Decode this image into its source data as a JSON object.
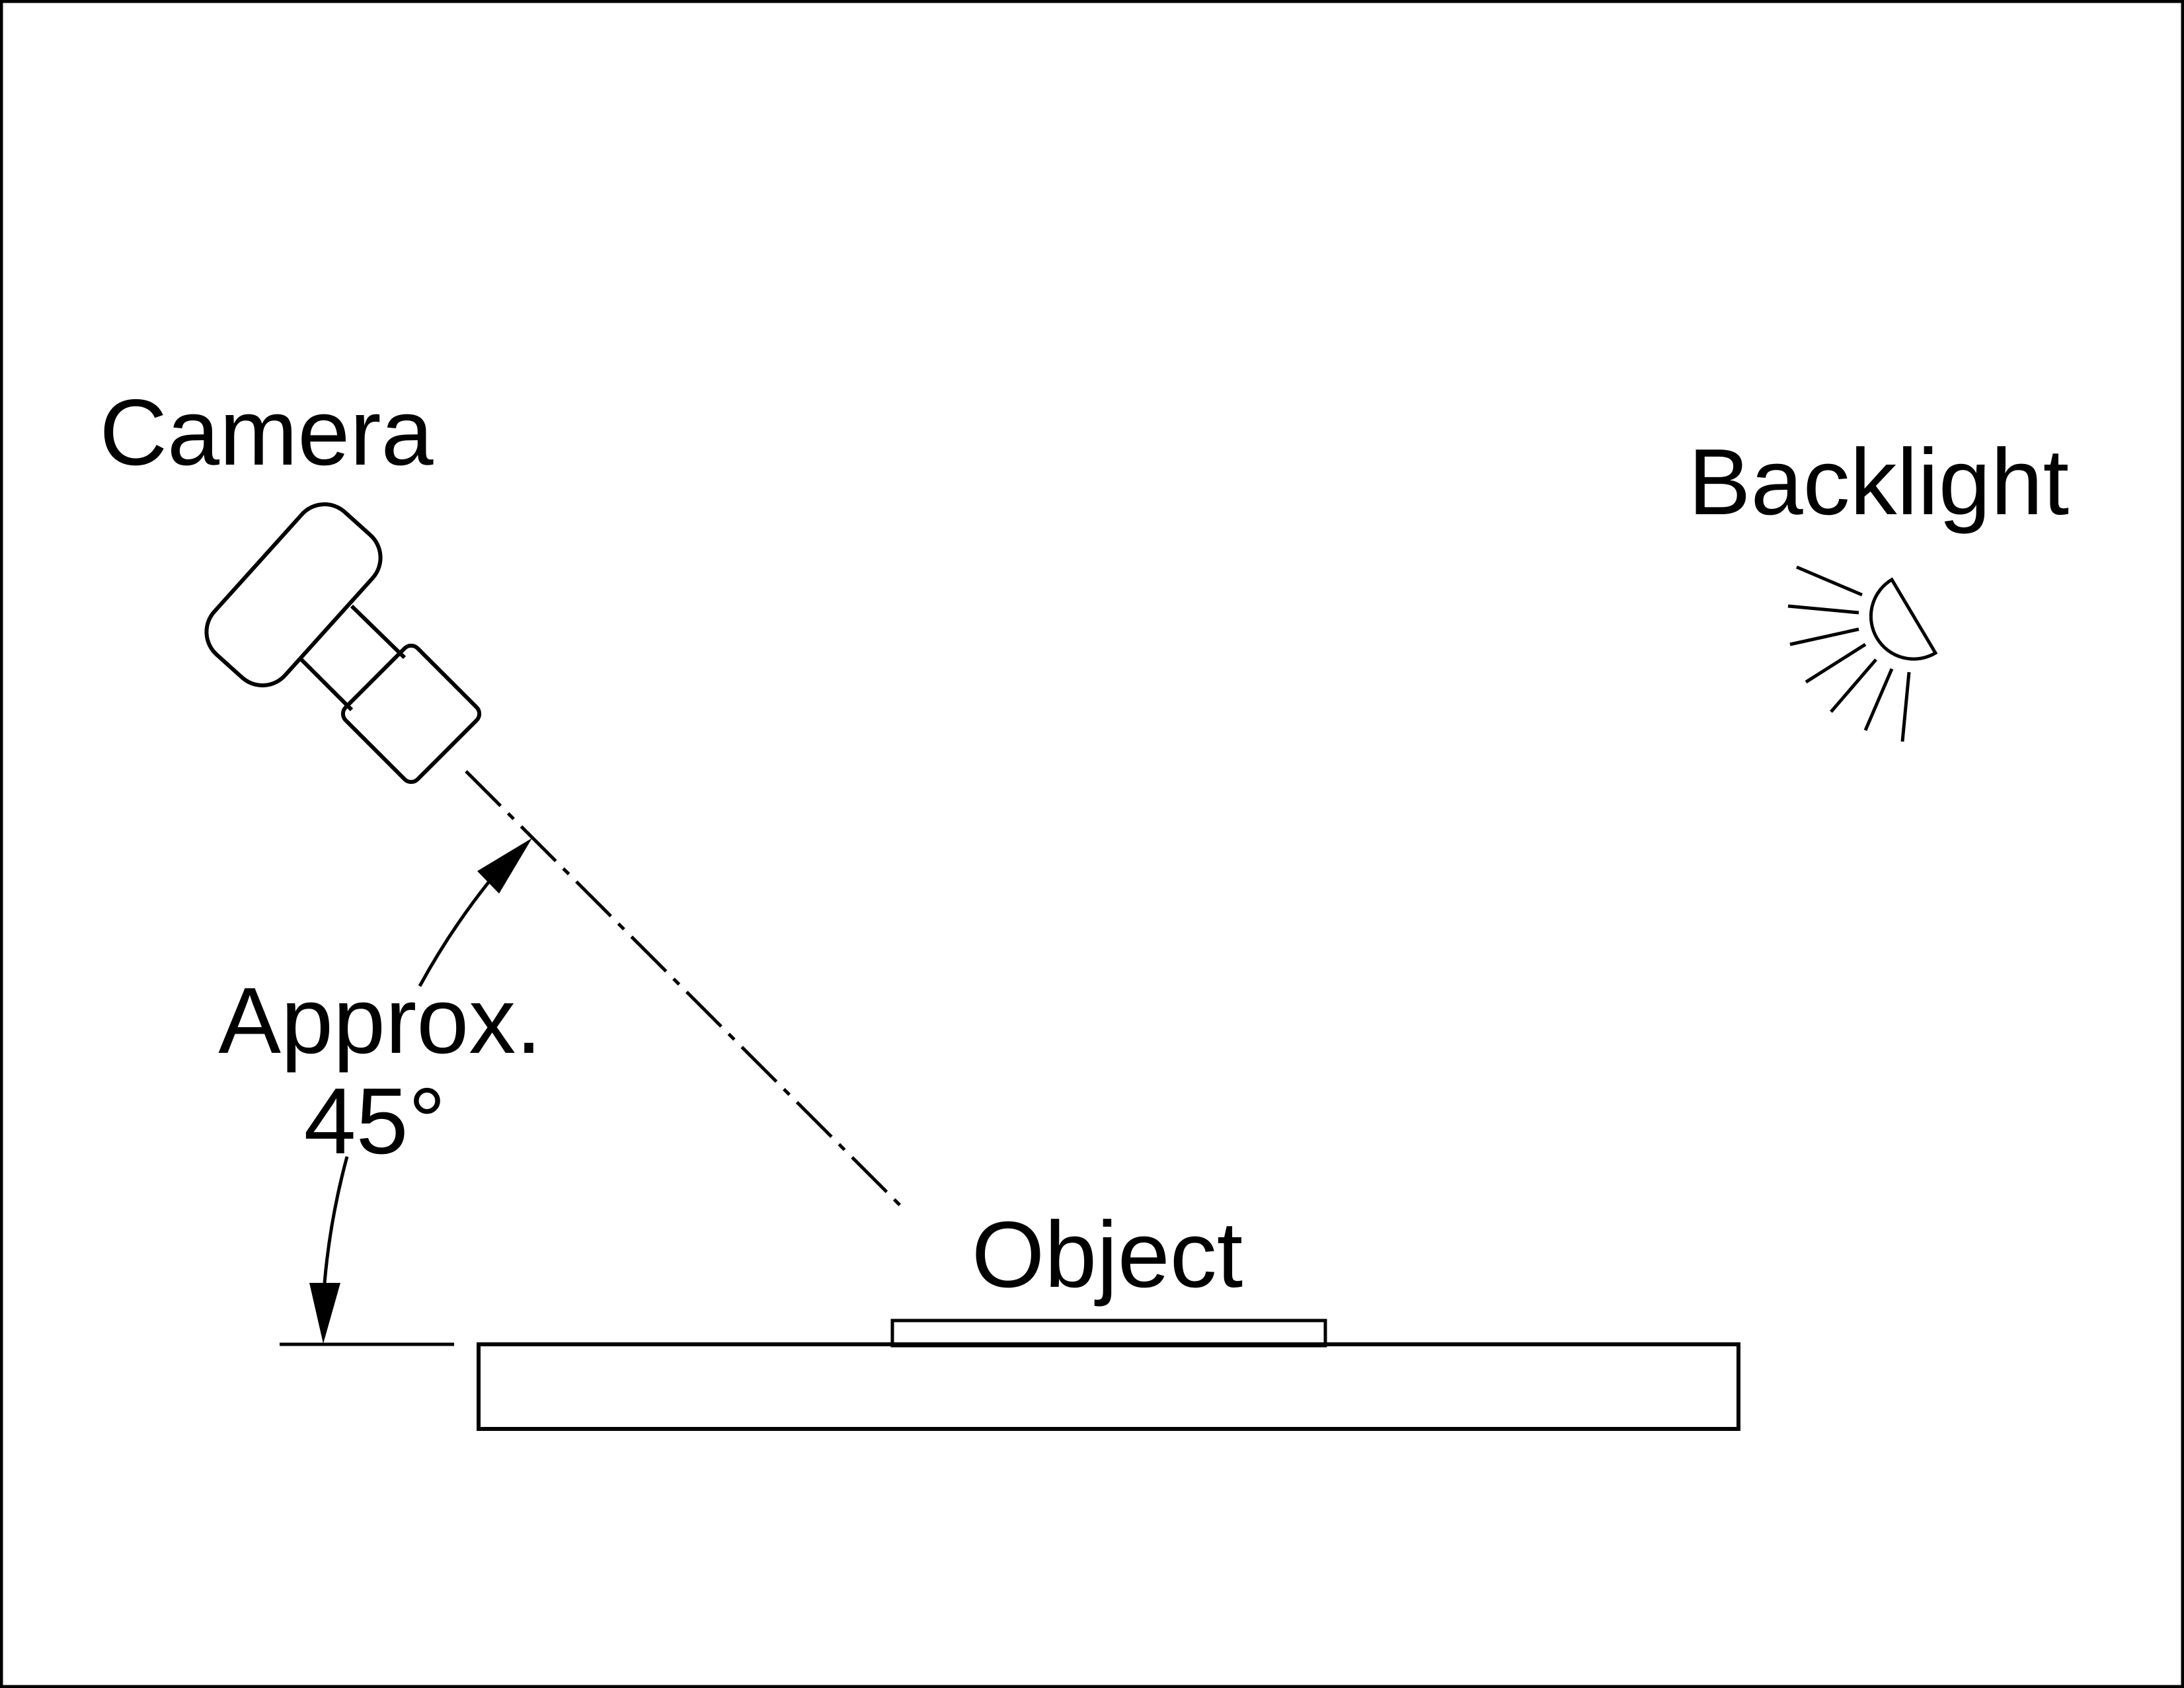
{
  "page": {
    "ink": "#000000",
    "background": "#ffffff"
  },
  "diagram": {
    "type": "imaging-setup-schematic",
    "labels": {
      "camera": "Camera",
      "backlight": "Backlight",
      "angle_line1": "Approx.",
      "angle_line2": "45°",
      "object": "Object"
    },
    "angle_value_deg": 45,
    "icons": {
      "camera-icon": "tilted camera body with lens barrel and mount block",
      "backlight-icon": "half-disc lamp with seven light rays shining down-left",
      "optical-axis-line": "dash-dot sight line at approximately 45 degrees",
      "angle-arrows": "curved dimension arrows between sight line and table level",
      "object-slab": "thin rectangle on table",
      "table-surface": "long rectangle platform",
      "ground-reference-line": "short horizontal datum line"
    }
  }
}
